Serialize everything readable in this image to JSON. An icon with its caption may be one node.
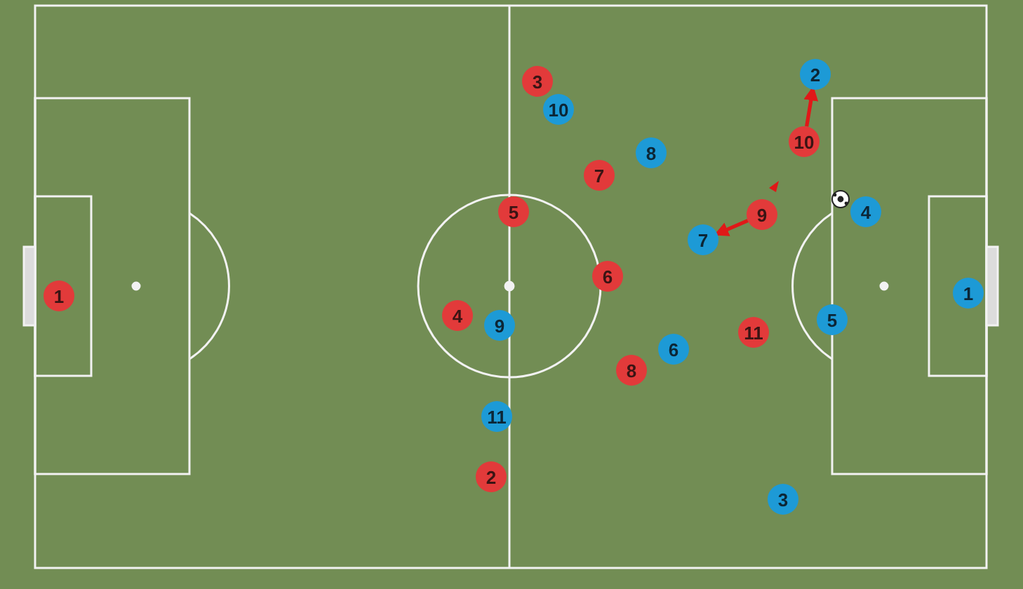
{
  "diagram": {
    "nodes": [
      {
        "text": [
          "1"
        ]
      },
      {
        "text": [
          "2"
        ]
      },
      {
        "text": [
          "3"
        ]
      },
      {
        "text": [
          "4"
        ]
      },
      {
        "text": [
          "5"
        ]
      },
      {
        "text": [
          "6"
        ]
      },
      {
        "text": [
          "7"
        ]
      },
      {
        "text": [
          "8"
        ]
      },
      {
        "text": [
          "9"
        ]
      },
      {
        "text": [
          "10"
        ]
      },
      {
        "text": [
          "11"
        ]
      },
      {
        "text": [
          "1"
        ]
      },
      {
        "text": [
          "2"
        ]
      },
      {
        "text": [
          "3"
        ]
      },
      {
        "text": [
          "4"
        ]
      },
      {
        "text": [
          "5"
        ]
      },
      {
        "text": [
          "6"
        ]
      },
      {
        "text": [
          "7"
        ]
      },
      {
        "text": [
          "8"
        ]
      },
      {
        "text": [
          "9"
        ]
      },
      {
        "text": [
          "10"
        ]
      },
      {
        "text": [
          "11"
        ]
      }
    ],
    "edges": [
      {
        "from": 9,
        "to": 12,
        "arrow": "to"
      },
      {
        "from": 8,
        "to": 17,
        "arrow": "to"
      }
    ]
  }
}
